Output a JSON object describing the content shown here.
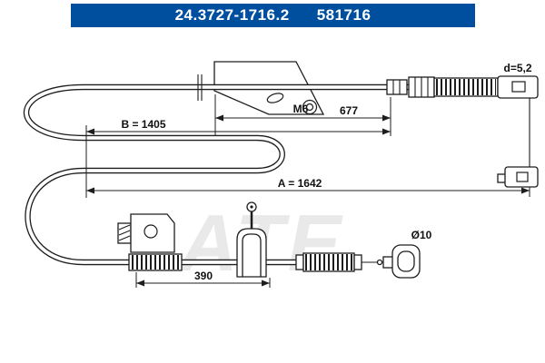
{
  "theme": {
    "header_bg": "#004f9f",
    "header_text": "#ffffff",
    "line": "#1d1d1d",
    "watermark": "#e9e9e9",
    "page_bg": "#ffffff"
  },
  "header": {
    "part_number": "24.3727-1716.2",
    "reference_number": "581716"
  },
  "diagram": {
    "watermark": "ATE",
    "labels": {
      "dim_b": "B = 1405",
      "dim_mid": "677",
      "dim_a": "A = 1642",
      "dim_lower": "390",
      "thread_size": "M6",
      "end_fitting_diameter": "d=5,2",
      "clevis_diameter": "Ø10"
    }
  }
}
